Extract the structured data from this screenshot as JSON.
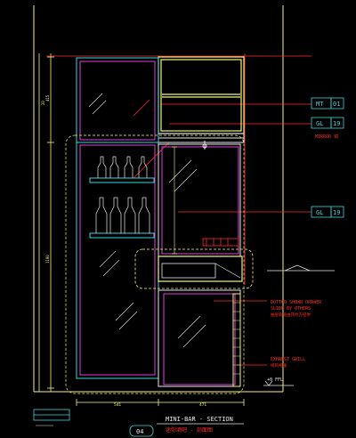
{
  "drawing": {
    "title": "MINI-BAR - SECTION",
    "subtitle_cn": "迷你酒吧 - 剖面图",
    "number": "04",
    "ffl_label": "+0 FFL"
  },
  "tags": [
    {
      "code": "MT",
      "num": "01"
    },
    {
      "code": "GL",
      "num": "19"
    },
    {
      "code": "GL",
      "num": "19"
    }
  ],
  "notes": {
    "mirror": "MIRROR 镜",
    "drawer_1": "DOTTED SHOWN DRAWER",
    "drawer_2": "SLIDE BY OTHERS",
    "drawer_cn": "抽屉轨道由其他方提供",
    "exhaust": "EXHAUST GRILL",
    "exhaust_cn": "排风格栅"
  },
  "dims": {
    "bottom_left": "541",
    "bottom_right": "471",
    "left_top": "415",
    "left_mid": "1180",
    "left_upper": "20"
  },
  "colors": {
    "background": "#000000",
    "yellow": "#f5f57a",
    "red": "#ff2a2a",
    "cyan": "#35d7e0",
    "magenta": "#e040e0",
    "white": "#e8e8e8",
    "green": "#7acb4a"
  }
}
